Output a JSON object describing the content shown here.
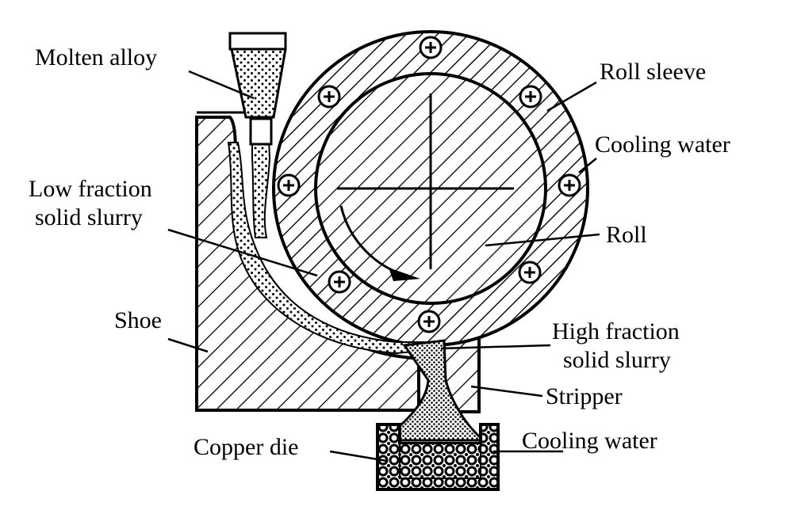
{
  "labels": {
    "molten_alloy": "Molten alloy",
    "roll_sleeve": "Roll sleeve",
    "cooling_water_top": "Cooling water",
    "low_fraction_line1": "Low fraction",
    "low_fraction_line2": "solid slurry",
    "roll": "Roll",
    "shoe": "Shoe",
    "high_fraction_line1": "High fraction",
    "high_fraction_line2": "solid slurry",
    "stripper": "Stripper",
    "copper_die": "Copper die",
    "cooling_water_bottom": "Cooling water"
  },
  "bolt_count": 8,
  "colors": {
    "ink": "#000000",
    "paper": "#ffffff"
  }
}
